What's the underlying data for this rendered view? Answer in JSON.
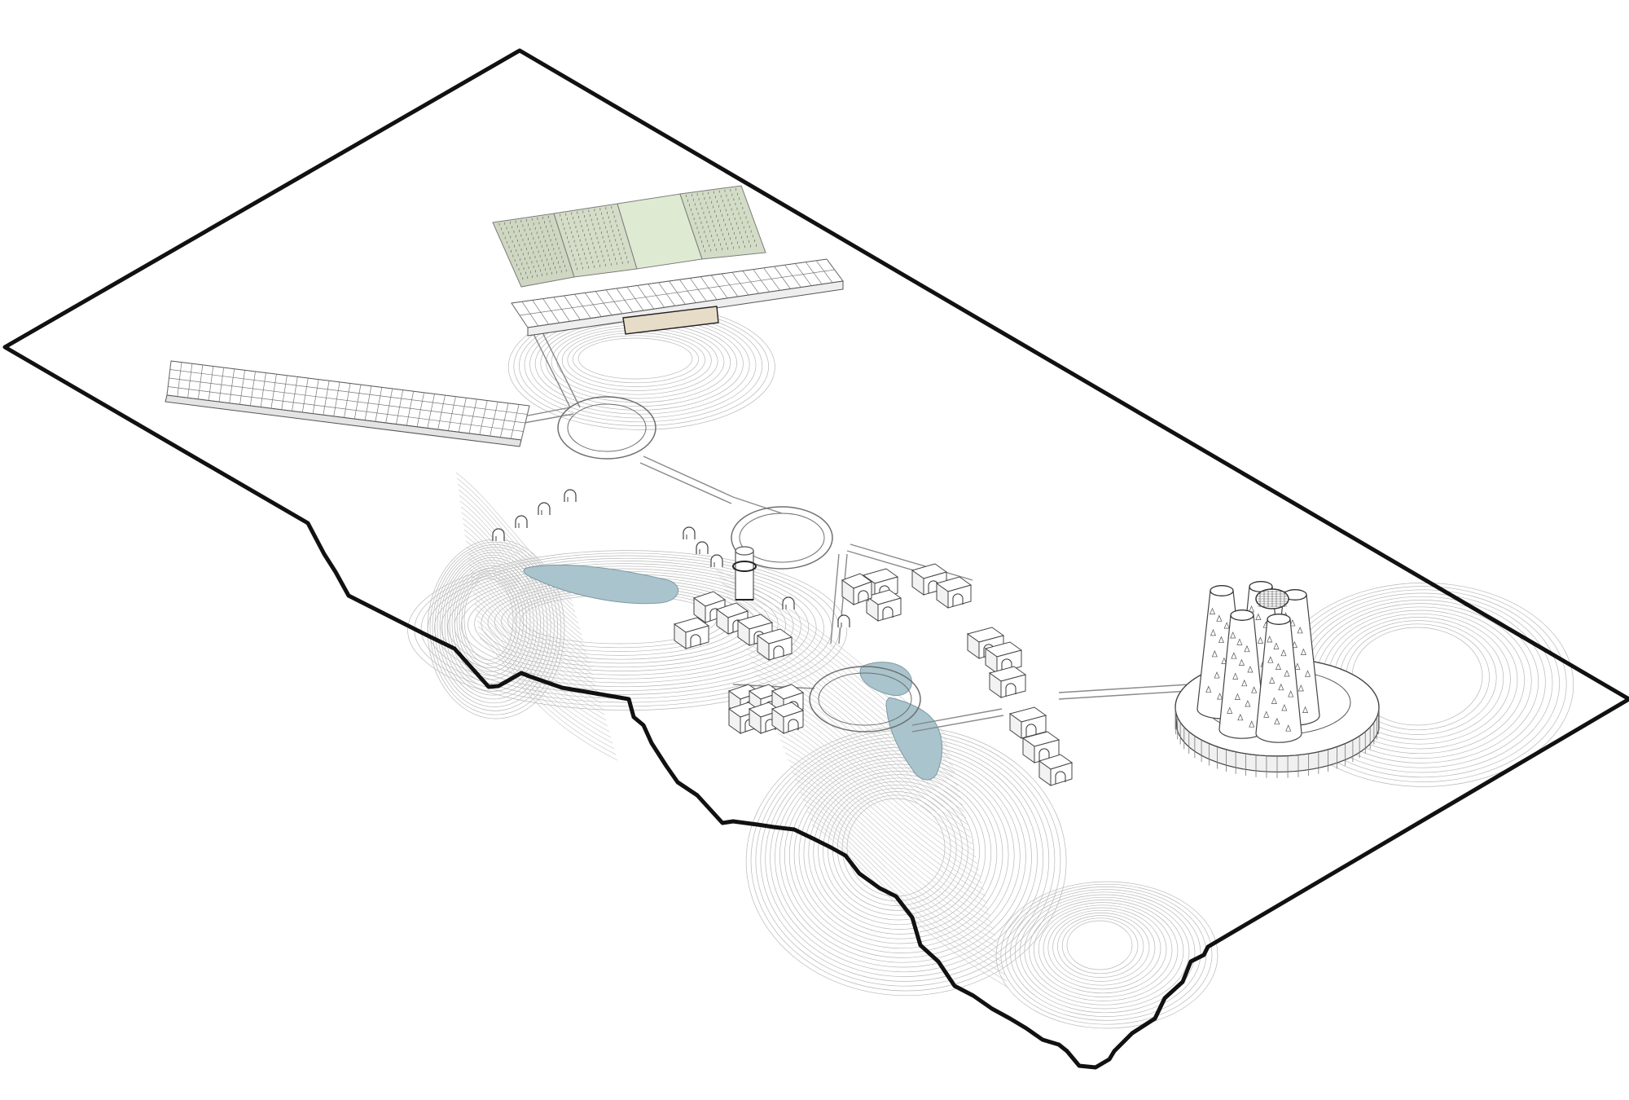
{
  "diagram": {
    "kind": "axonometric site plan",
    "text_labels": [],
    "colors": {
      "background": "#ffffff",
      "outline": "#111111",
      "linework": "#8a8a8a",
      "contour": "#b5b5b5",
      "water": "#a9c4cc",
      "field_a": "#cfd7c2",
      "field_b": "#d9e6c9",
      "field_plain": "#dfead3",
      "building_fill": "#ffffff"
    },
    "elements": [
      "site-boundary",
      "terrain-contours",
      "water-bodies",
      "farm-fields",
      "greenhouse-row",
      "solar-panel-array",
      "circular-plaza-north",
      "circular-plaza-central",
      "circular-plaza-south",
      "tower",
      "cave-dwellings",
      "residential-units",
      "cone-tower-complex",
      "connecting-paths"
    ]
  }
}
